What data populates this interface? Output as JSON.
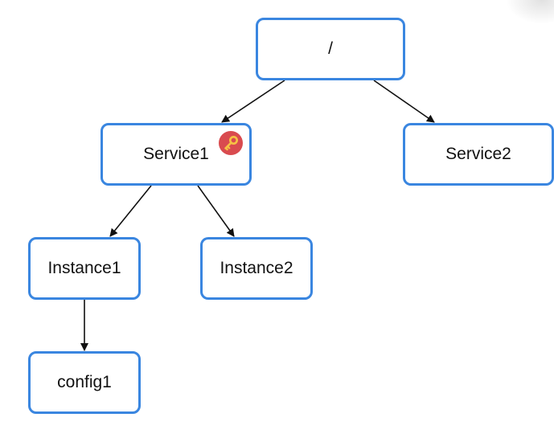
{
  "colors": {
    "node_border": "#3a86e0",
    "edge": "#111111",
    "badge": "#d94b4f",
    "key": "#f6c244"
  },
  "diagram": {
    "nodes": [
      {
        "id": "root",
        "label": "/"
      },
      {
        "id": "service1",
        "label": "Service1",
        "badge_icon": "key-icon"
      },
      {
        "id": "service2",
        "label": "Service2"
      },
      {
        "id": "instance1",
        "label": "Instance1"
      },
      {
        "id": "instance2",
        "label": "Instance2"
      },
      {
        "id": "config1",
        "label": "config1"
      }
    ],
    "edges": [
      {
        "from": "root",
        "to": "service1"
      },
      {
        "from": "root",
        "to": "service2"
      },
      {
        "from": "service1",
        "to": "instance1"
      },
      {
        "from": "service1",
        "to": "instance2"
      },
      {
        "from": "instance1",
        "to": "config1"
      }
    ]
  }
}
